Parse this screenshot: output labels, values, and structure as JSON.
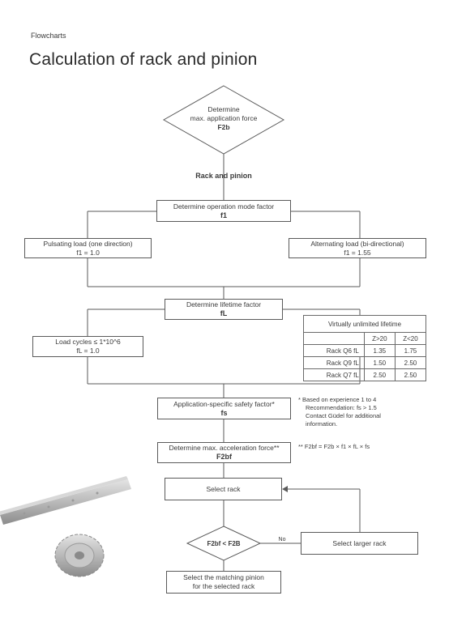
{
  "header": {
    "section": "Flowcharts",
    "title": "Calculation of rack and pinion"
  },
  "flow": {
    "start": {
      "line1": "Determine",
      "line2": "max. application force",
      "symbol": "F2b"
    },
    "rack_pinion_label": "Rack and pinion",
    "operation_mode": {
      "label": "Determine operation mode factor",
      "symbol": "f1"
    },
    "pulsating": {
      "label": "Pulsating load (one direction)",
      "value": "f1 = 1.0"
    },
    "alternating": {
      "label": "Alternating load (bi-directional)",
      "value": "f1 = 1.55"
    },
    "lifetime": {
      "label": "Determine lifetime factor",
      "symbol": "fL"
    },
    "load_cycles": {
      "label": "Load cycles ≤ 1*10^6",
      "value": "fL = 1.0"
    },
    "lifetime_table": {
      "title": "Virtually unlimited lifetime",
      "headers": [
        "",
        "Z>20",
        "Z<20"
      ],
      "rows": [
        [
          "Rack Q6 fL",
          "1.35",
          "1.75"
        ],
        [
          "Rack Q9 fL",
          "1.50",
          "2.50"
        ],
        [
          "Rack Q7 fL",
          "2.50",
          "2.50"
        ]
      ]
    },
    "safety": {
      "label": "Application-specific safety factor*",
      "symbol": "fs"
    },
    "safety_note": {
      "line1": "* Based on experience 1 to 4",
      "line2": "Recommendation: fs > 1.5",
      "line3": "Contact Güdel for additional",
      "line4": "information."
    },
    "acceleration": {
      "label": "Determine max. acceleration force**",
      "symbol": "F2bf"
    },
    "formula_note": "** F2bf = F2b × f1 × fL × fs",
    "select_rack": "Select rack",
    "decision": "F2bf < F2B",
    "no_label": "No",
    "select_larger": "Select larger rack",
    "select_pinion": {
      "line1": "Select the matching pinion",
      "line2": "for the selected rack"
    }
  },
  "colors": {
    "line": "#5a5a5a",
    "text": "#3a3a3a"
  }
}
